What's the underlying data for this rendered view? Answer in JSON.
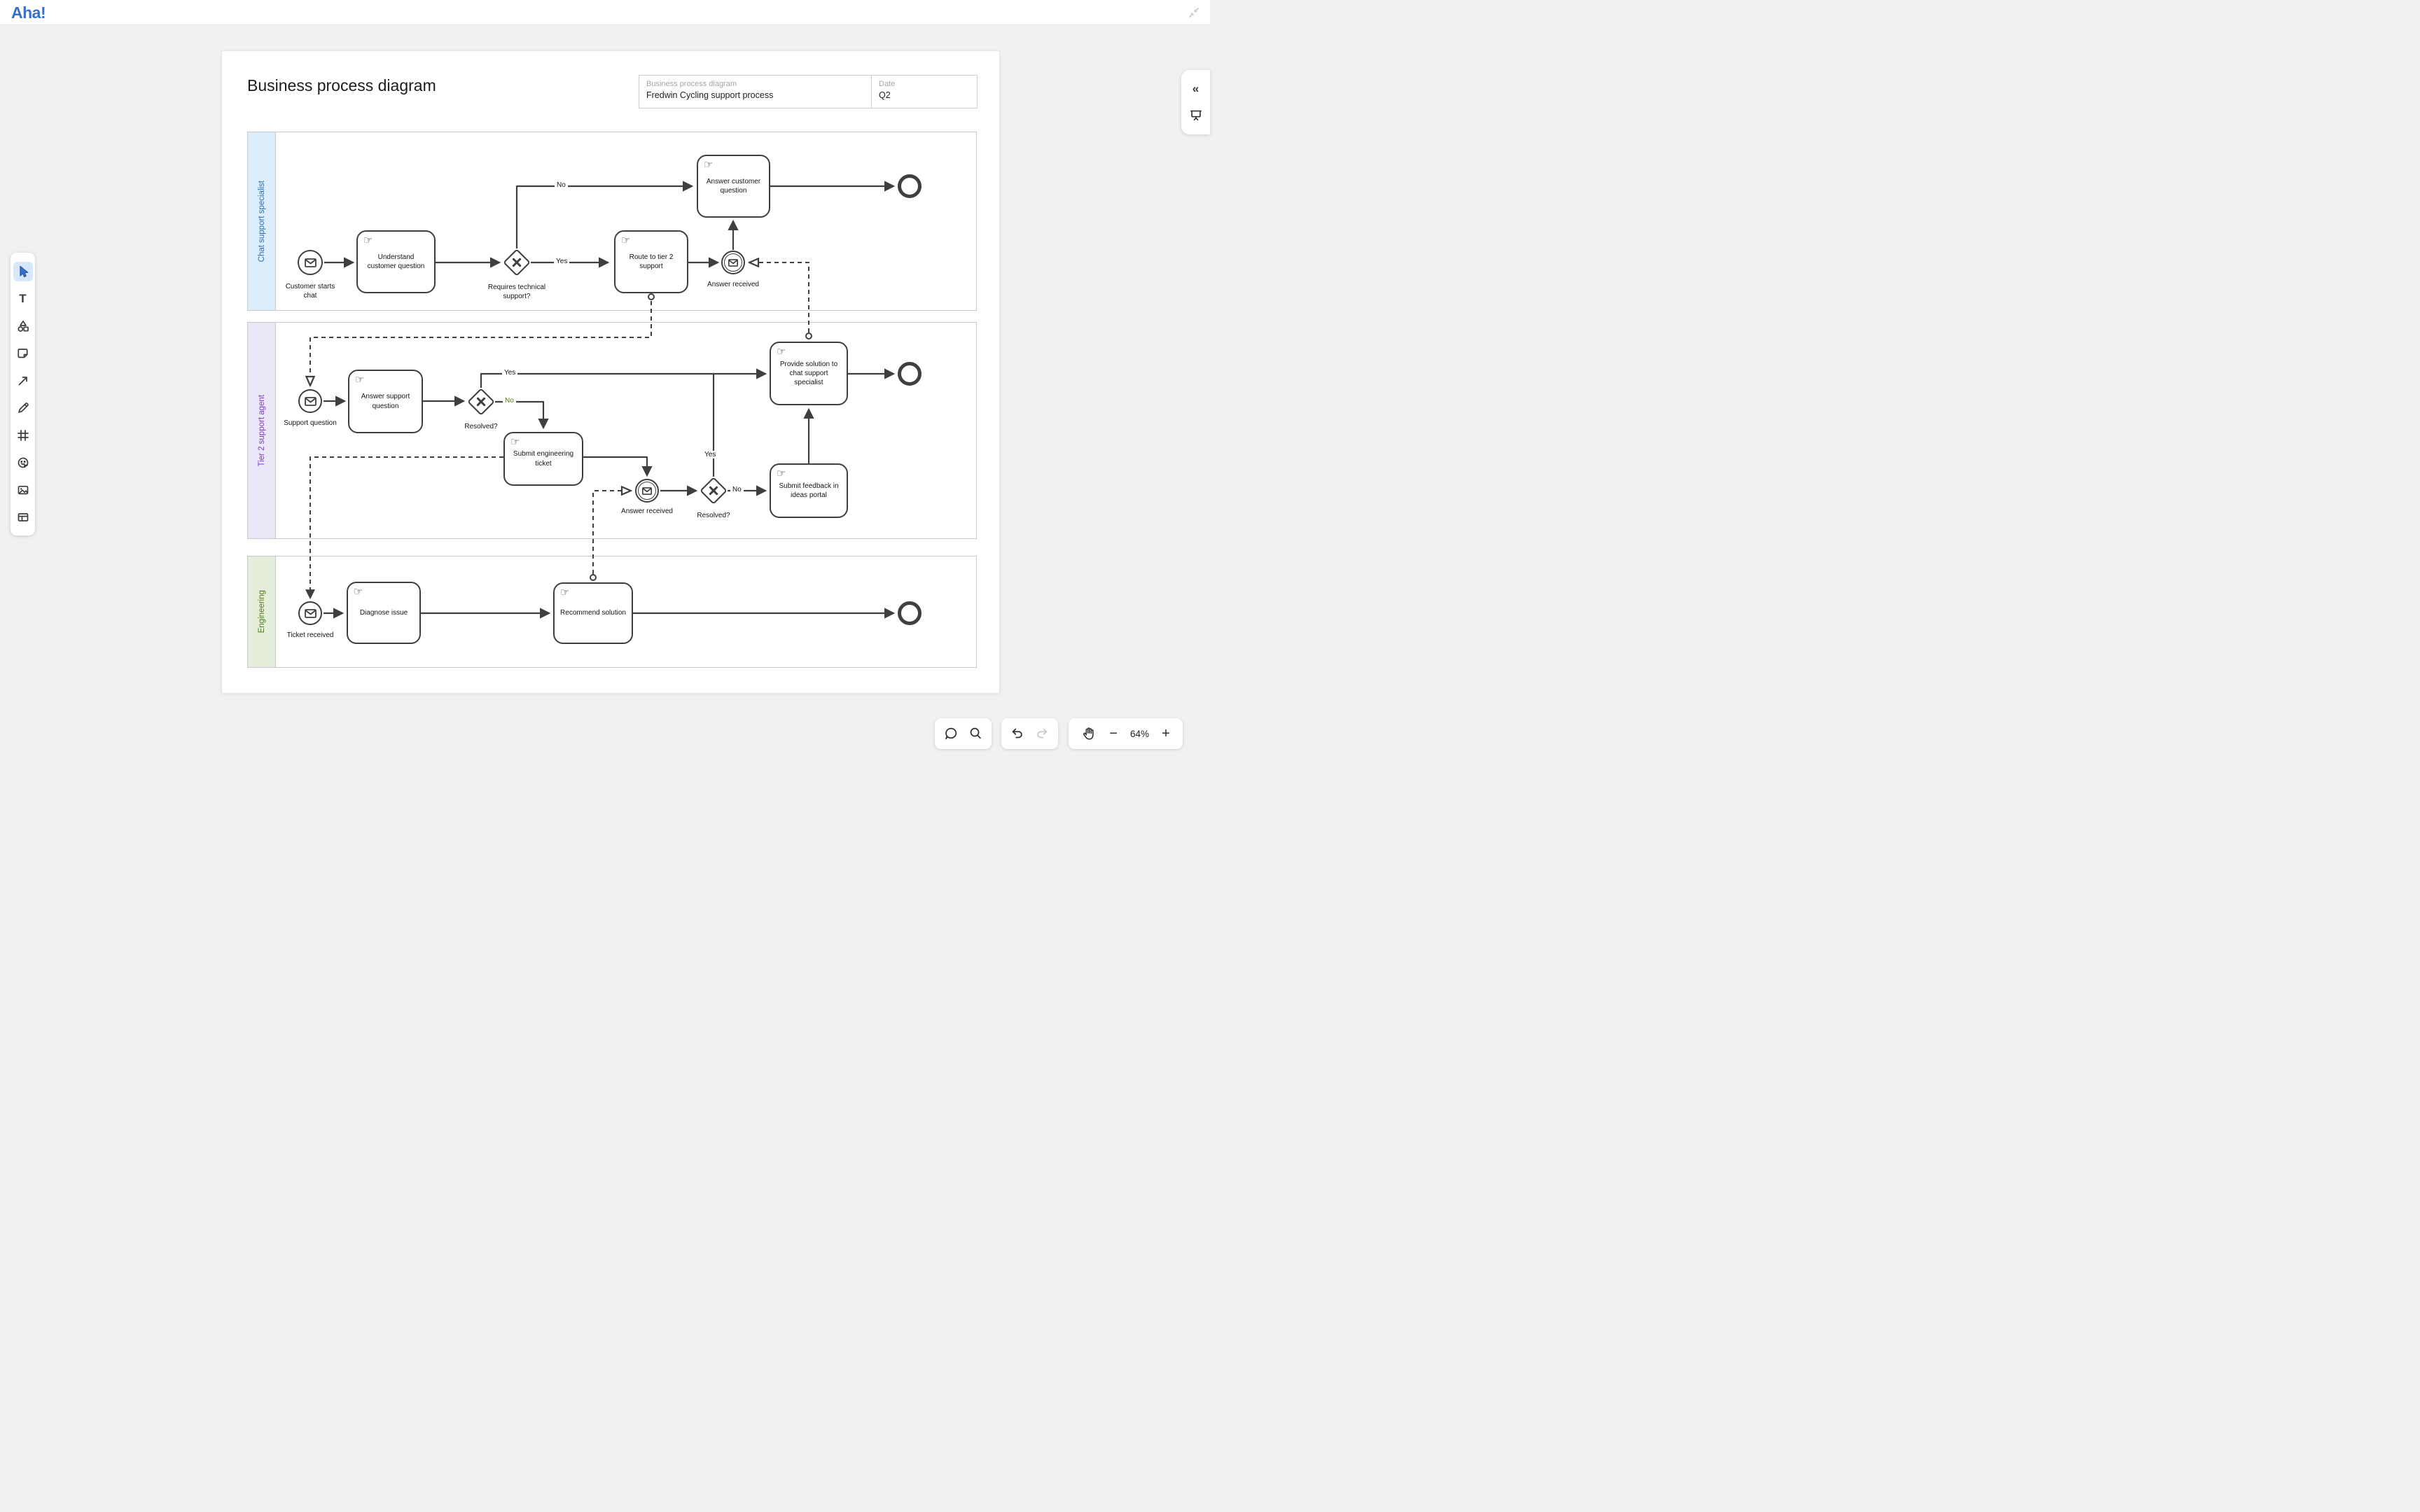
{
  "header": {
    "logo": "Aha!"
  },
  "page": {
    "title": "Business process diagram",
    "info": {
      "name_label": "Business process diagram",
      "name_value": "Fredwin Cycling support process",
      "date_label": "Date",
      "date_value": "Q2"
    }
  },
  "toolbar": {
    "items": [
      "select",
      "text",
      "shapes",
      "sticky-note",
      "connector",
      "pen",
      "frame",
      "sticker",
      "image",
      "table"
    ]
  },
  "lanes": [
    {
      "label": "Chat support specialist"
    },
    {
      "label": "Tier 2 support agent"
    },
    {
      "label": "Engineering"
    }
  ],
  "nodes": {
    "customer_starts_chat": {
      "label": "Customer starts chat"
    },
    "understand": {
      "label": "Understand customer question"
    },
    "requires_tech": {
      "label": "Requires technical support?"
    },
    "route_tier2": {
      "label": "Route to tier 2 support"
    },
    "answer_received_1": {
      "label": "Answer received"
    },
    "answer_customer": {
      "label": "Answer customer question"
    },
    "support_question": {
      "label": "Support question"
    },
    "answer_support": {
      "label": "Answer support question"
    },
    "resolved_1": {
      "label": "Resolved?"
    },
    "submit_ticket": {
      "label": "Submit engineering ticket"
    },
    "answer_received_2": {
      "label": "Answer received"
    },
    "resolved_2": {
      "label": "Resolved?"
    },
    "submit_feedback": {
      "label": "Submit feedback in ideas portal"
    },
    "provide_solution": {
      "label": "Provide solution to chat support specialist"
    },
    "ticket_received": {
      "label": "Ticket received"
    },
    "diagnose": {
      "label": "Diagnose issue"
    },
    "recommend": {
      "label": "Recommend solution"
    }
  },
  "edge_labels": {
    "gw1_yes": "Yes",
    "gw1_no": "No",
    "gw2_yes": "Yes",
    "gw2_no": "No",
    "gw3_yes": "Yes",
    "gw3_no": "No"
  },
  "controls": {
    "zoom_level": "64%"
  },
  "colors": {
    "logo_blue": "#3a6fc7",
    "diagram_stroke": "#3f3f3f",
    "gw2_no_label": "#627d1f",
    "lane1_bg": "#ddeefa",
    "lane1_text": "#2a6cb4",
    "lane2_bg": "#eae7f6",
    "lane2_text": "#7e3bc6",
    "lane3_bg": "#e4eeda",
    "lane3_text": "#4f7a1d",
    "toolbar_active_bg": "#d8e8fb",
    "app_bg": "#f1f1f2"
  }
}
